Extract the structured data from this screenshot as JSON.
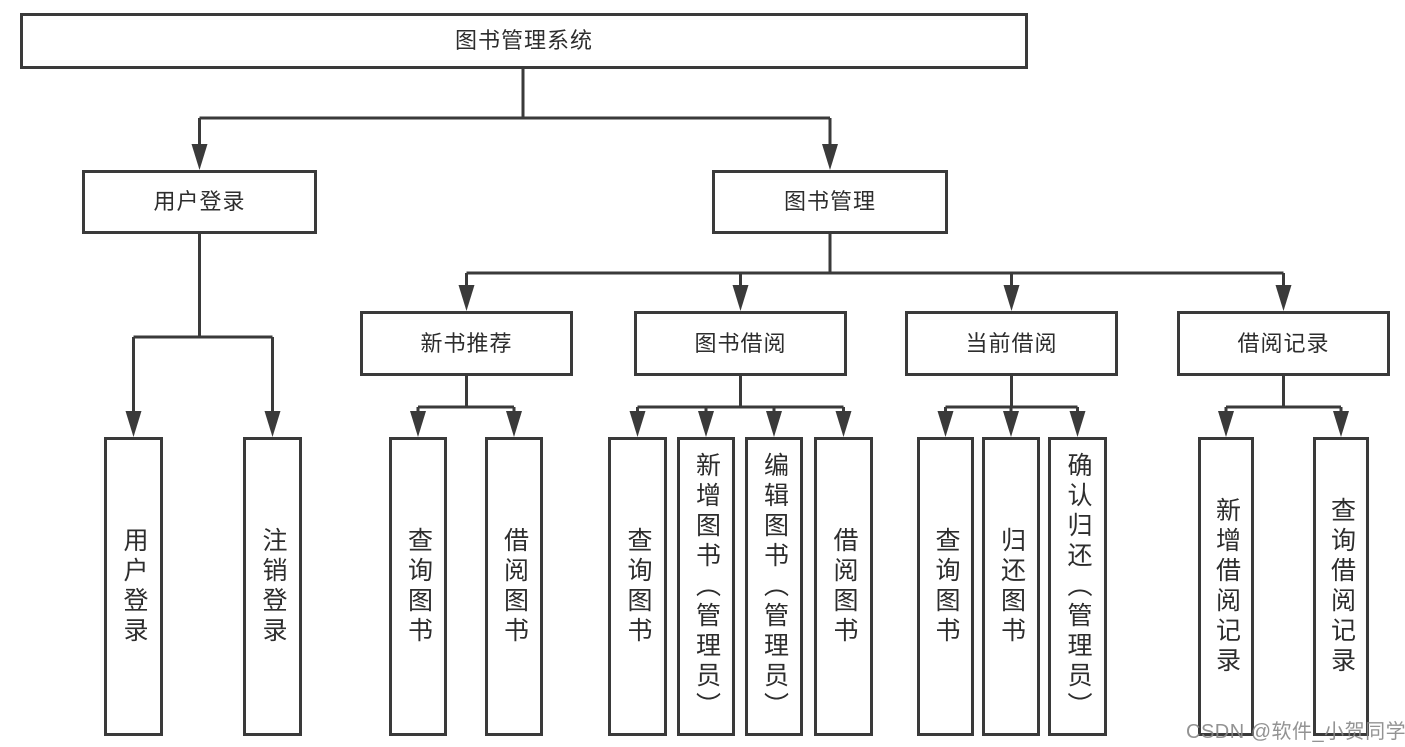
{
  "diagram": {
    "root": {
      "label": "图书管理系统"
    },
    "branches": [
      {
        "label": "用户登录",
        "children": [
          {
            "label": "用户登录"
          },
          {
            "label": "注销登录"
          }
        ]
      },
      {
        "label": "图书管理",
        "children": [
          {
            "label": "新书推荐",
            "children": [
              {
                "label": "查询图书"
              },
              {
                "label": "借阅图书"
              }
            ]
          },
          {
            "label": "图书借阅",
            "children": [
              {
                "label": "查询图书"
              },
              {
                "label": "新增图书（管理员）"
              },
              {
                "label": "编辑图书（管理员）"
              },
              {
                "label": "借阅图书"
              }
            ]
          },
          {
            "label": "当前借阅",
            "children": [
              {
                "label": "查询图书"
              },
              {
                "label": "归还图书"
              },
              {
                "label": "确认归还（管理员）"
              }
            ]
          },
          {
            "label": "借阅记录",
            "children": [
              {
                "label": "新增借阅记录"
              },
              {
                "label": "查询借阅记录"
              }
            ]
          }
        ]
      }
    ]
  },
  "watermark": {
    "text": "CSDN @软件_小贺同学"
  },
  "colors": {
    "line": "#3a3a3a",
    "text": "#2d2d2d",
    "watermark": "#878787",
    "background": "#ffffff"
  }
}
